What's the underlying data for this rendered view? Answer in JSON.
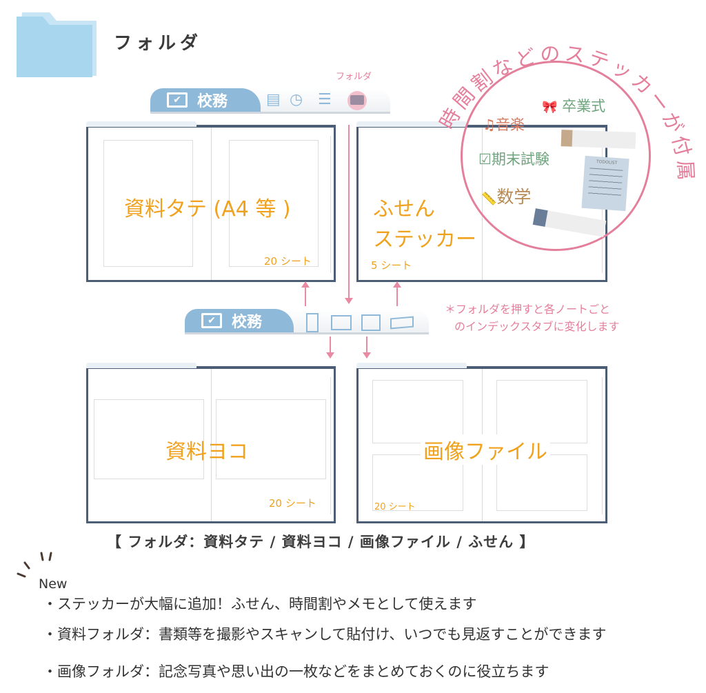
{
  "header": {
    "title": "フォルダ",
    "icon": "folder-icon",
    "folder_color": "#a9d6ef"
  },
  "tabbar_top": {
    "label": "校務",
    "folder_callout": "フォルダ",
    "icons": [
      "document-icon",
      "clock-icon",
      "speech-bubble-icon",
      "folder-icon"
    ]
  },
  "tabbar_mid": {
    "label": "校務",
    "icons": [
      "portrait-page-icon",
      "landscape-page-icon",
      "image-icon",
      "sticky-note-icon"
    ]
  },
  "notebooks": [
    {
      "label": "資料タテ (A4 等 )",
      "sheets": "20 シート"
    },
    {
      "label_line1": "ふせん",
      "label_line2": "ステッカー",
      "sheets": "5 シート"
    },
    {
      "label": "資料ヨコ",
      "sheets": "20 シート"
    },
    {
      "label": "画像ファイル",
      "sheets": "20 シート"
    }
  ],
  "note": {
    "line1": "＊フォルダを押すと各ノートごと",
    "line2": "のインデックスタブに変化します"
  },
  "sticker_promo": {
    "arc_text": "時間割などのステッカーが付属",
    "stickers": [
      "卒業式",
      "音楽",
      "期末試験",
      "数学"
    ],
    "todo_label": "TODOLIST"
  },
  "caption": "【 フォルダ：資料タテ / 資料ヨコ / 画像ファイル / ふせん 】",
  "new_label": "New",
  "features": [
    "・ステッカーが大幅に追加！ふせん、時間割やメモとして使えます",
    "・資料フォルダ：書類等を撮影やスキャンして貼付け、いつでも見返すことができます",
    "・画像フォルダ：記念写真や思い出の一枚などをまとめておくのに役立ちます"
  ],
  "colors": {
    "accent_orange": "#f0a21e",
    "pink": "#e47f9b",
    "tab_blue": "#8fb9d9",
    "notebook_border": "#4c5d78"
  }
}
